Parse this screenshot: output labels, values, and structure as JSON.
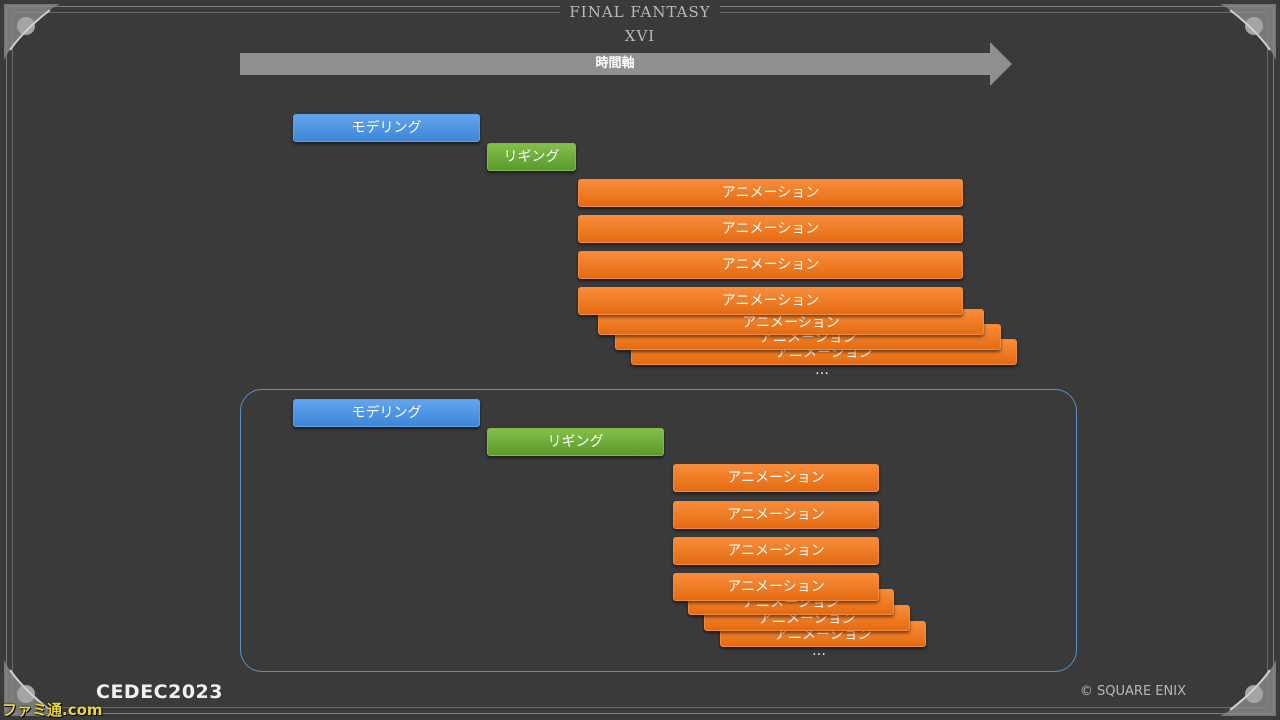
{
  "header": {
    "title": "FINAL FANTASY XVI"
  },
  "timeline": {
    "label": "時間軸"
  },
  "upper_flow": {
    "modeling": "モデリング",
    "rigging": "リギング",
    "animations": [
      "アニメーション",
      "アニメーション",
      "アニメーション",
      "アニメーション",
      "アニメーション",
      "アニメーション",
      "アニメーション"
    ],
    "ellipsis": "…"
  },
  "lower_flow": {
    "modeling": "モデリング",
    "rigging": "リギング",
    "animations": [
      "アニメーション",
      "アニメーション",
      "アニメーション",
      "アニメーション",
      "アニメーション",
      "アニメーション",
      "アニメーション"
    ],
    "ellipsis": "…"
  },
  "footer": {
    "event_logo": "CEDEC2023",
    "copyright": "© SQUARE ENIX",
    "watermark": "ファミ通.com"
  },
  "colors": {
    "background": "#3a3a3a",
    "modeling": "#4a90e2",
    "rigging": "#6aab3a",
    "animation": "#f07a22",
    "group_border": "#5c8fc4"
  }
}
